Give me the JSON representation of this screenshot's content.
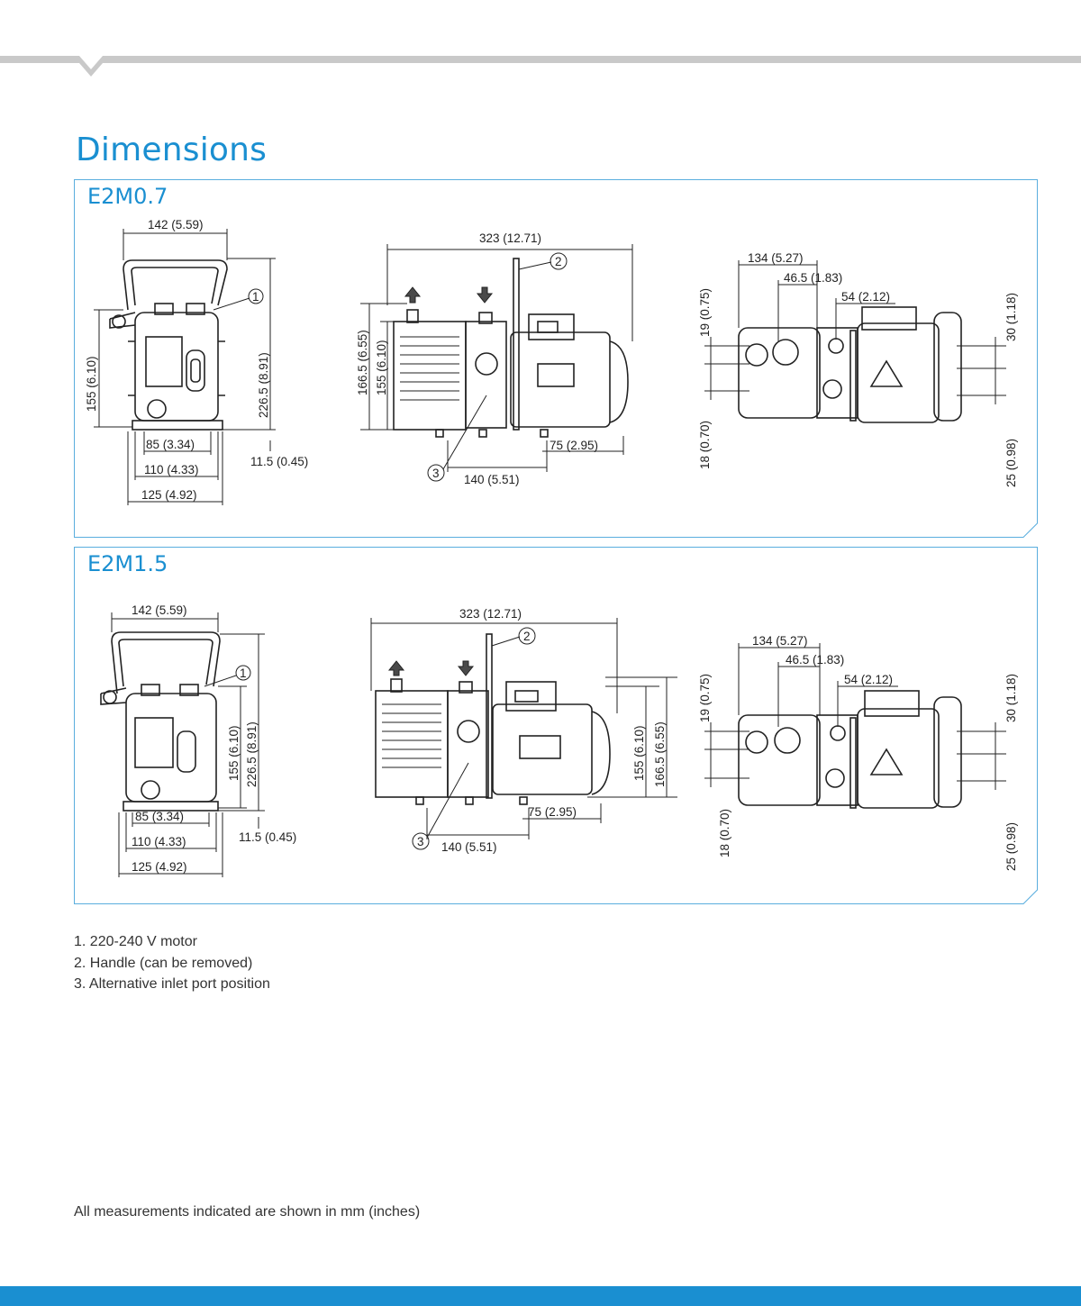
{
  "title": "Dimensions",
  "panels": [
    {
      "model": "E2M0.7",
      "front": {
        "width_top": "142 (5.59)",
        "h1": "155 (6.10)",
        "h2": "226.5 (8.91)",
        "feet": "11.5 (0.45)",
        "w1": "85 (3.34)",
        "w2": "110 (4.33)",
        "w3": "125 (4.92)",
        "callout": "1"
      },
      "side": {
        "length": "323 (12.71)",
        "h1": "166.5 (6.55)",
        "h2": "155 (6.10)",
        "d1": "75 (2.95)",
        "d2": "140 (5.51)",
        "callout_handle": "2",
        "callout_inlet": "3"
      },
      "top": {
        "d1": "134 (5.27)",
        "d2": "46.5 (1.83)",
        "d3": "54 (2.12)",
        "l1": "19 (0.75)",
        "l2": "18 (0.70)",
        "r1": "30 (1.18)",
        "r2": "25 (0.98)"
      }
    },
    {
      "model": "E2M1.5",
      "front": {
        "width_top": "142 (5.59)",
        "h1": "155 (6.10)",
        "h2": "226.5 (8.91)",
        "feet": "11.5 (0.45)",
        "w1": "85 (3.34)",
        "w2": "110 (4.33)",
        "w3": "125 (4.92)",
        "callout": "1"
      },
      "side": {
        "length": "323 (12.71)",
        "h1": "155 (6.10)",
        "h2": "166.5 (6.55)",
        "d1": "75 (2.95)",
        "d2": "140 (5.51)",
        "callout_handle": "2",
        "callout_inlet": "3"
      },
      "top": {
        "d1": "134 (5.27)",
        "d2": "46.5 (1.83)",
        "d3": "54 (2.12)",
        "l1": "19 (0.75)",
        "l2": "18 (0.70)",
        "r1": "30 (1.18)",
        "r2": "25 (0.98)"
      }
    }
  ],
  "notes": [
    "1.   220-240 V motor",
    "2.  Handle (can be removed)",
    "3.  Alternative inlet port position"
  ],
  "footnote": "All measurements indicated are shown in mm (inches)",
  "colors": {
    "accent": "#1a8fd1",
    "frame": "#5aaede",
    "top_band": "#c8c8c8"
  }
}
